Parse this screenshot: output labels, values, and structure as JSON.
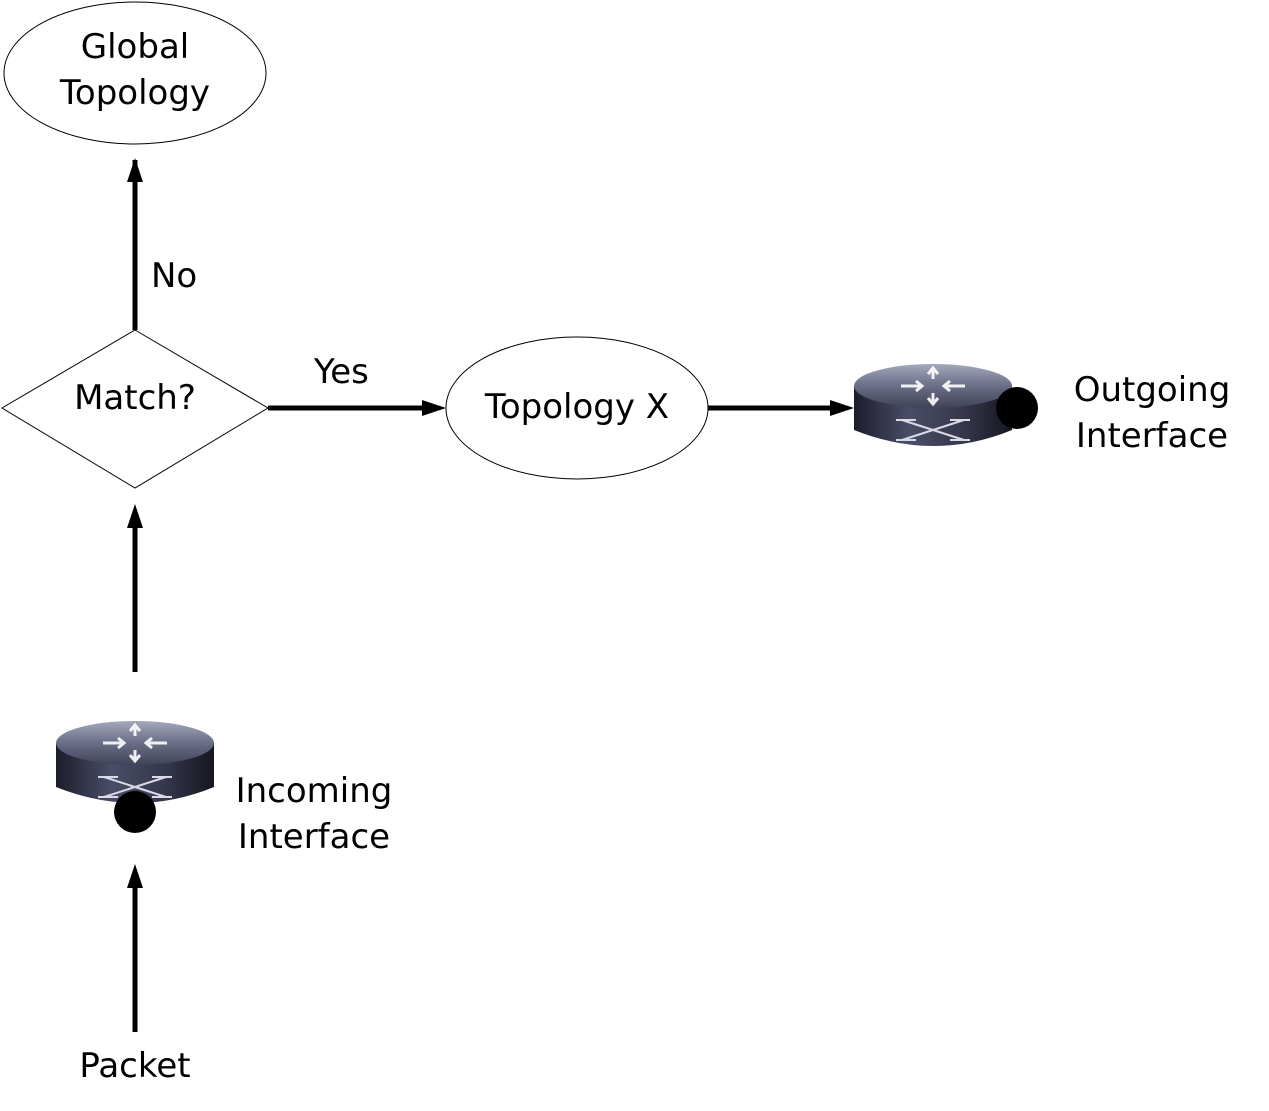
{
  "nodes": {
    "global_topology": {
      "line1": "Global",
      "line2": "Topology"
    },
    "match": {
      "label": "Match?"
    },
    "topology_x": {
      "label": "Topology X"
    },
    "outgoing": {
      "line1": "Outgoing",
      "line2": "Interface"
    },
    "incoming": {
      "line1": "Incoming",
      "line2": "Interface"
    },
    "packet": {
      "label": "Packet"
    }
  },
  "edges": {
    "no": "No",
    "yes": "Yes"
  },
  "colors": {
    "line": "#000000",
    "router_top": "#5a5d72",
    "router_side": "#2a2c3e",
    "port_dot": "#000000"
  },
  "icons": [
    "router-icon",
    "router-icon"
  ]
}
